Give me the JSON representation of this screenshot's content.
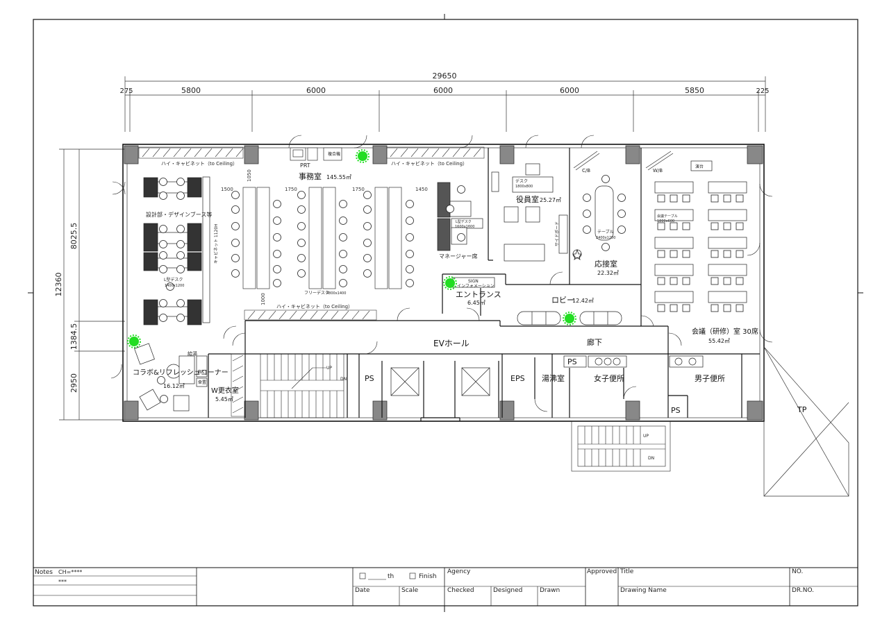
{
  "dimensions": {
    "overall": "29650",
    "spans": [
      "275",
      "5800",
      "6000",
      "6000",
      "6000",
      "5850",
      "225"
    ],
    "vertical_total": "12360",
    "vertical_parts": [
      "8025.5",
      "1384.5",
      "2950"
    ],
    "minor": [
      "1050",
      "1000",
      "1500",
      "1750",
      "1750",
      "1450"
    ]
  },
  "rooms": {
    "office": {
      "name": "事務室",
      "area": "145.55㎡"
    },
    "executive": {
      "name": "役員室",
      "area": "25.27㎡"
    },
    "reception": {
      "name": "応接室",
      "area": "22.32㎡"
    },
    "conference": {
      "name": "会議（研修）室 30席",
      "area": "55.42㎡"
    },
    "entrance": {
      "name": "エントランス",
      "area": "6.45㎡"
    },
    "lobby": {
      "name": "ロビー",
      "area": "12.42㎡"
    },
    "ev_hall": {
      "name": "EVホール"
    },
    "corridor": {
      "name": "廊下"
    },
    "collab": {
      "name": "コラボ&リフレッシュコーナー",
      "area": "16.12㎡"
    },
    "locker": {
      "name": "W更衣室",
      "area": "5.45㎡"
    },
    "kitchen": {
      "name": "湯沸室"
    },
    "women_wc": {
      "name": "女子便所"
    },
    "men_wc": {
      "name": "男子便所"
    },
    "ps": "PS",
    "eps": "EPS",
    "tp": "TP"
  },
  "labels": {
    "high_cabinet": "ハイ・キャビネット（to Ceiling）",
    "prt": "PRT",
    "multifunction": "複合機",
    "design_dept": "設計部・デザインブース等",
    "cabinet_side": "キャビネット 1120H",
    "l_desk": "L型デスク",
    "l_desk_size": "1400x1200",
    "free_desk": "フリーデスク",
    "free_desk_size": "4800x1400",
    "manager_seats": "マネージャー席",
    "l_desk2": "L型デスク",
    "l_desk2_size": "1600x1600",
    "exec_desk": "デスク",
    "exec_desk_size": "1800x800",
    "cb": "C/B",
    "wb": "W/B",
    "side_board": "サイドボード",
    "table": "テーブル",
    "table_size": "2400x1200",
    "conf_table": "会議テーブル",
    "conf_table_size": "1800x600",
    "podium": "演台",
    "sign": "SIGN",
    "information": "インフォメーション",
    "kyuto": "給湯",
    "bk": "BK",
    "kaso": "傘置",
    "up": "UP",
    "dn": "DN"
  },
  "title_block": {
    "notes_label": "Notes",
    "notes_value": "CH=****",
    "notes_value2": "***",
    "th_label": "th",
    "finish_label": "Finish",
    "agency": "Agency",
    "approved": "Approved",
    "title": "Title",
    "no": "NO.",
    "date": "Date",
    "scale": "Scale",
    "checked": "Checked",
    "designed": "Designed",
    "drawn": "Drawn",
    "drawing_name": "Drawing Name",
    "drno": "DR.NO."
  },
  "colors": {
    "plant": "#22dd22",
    "column": "#888888",
    "line": "#111111"
  }
}
